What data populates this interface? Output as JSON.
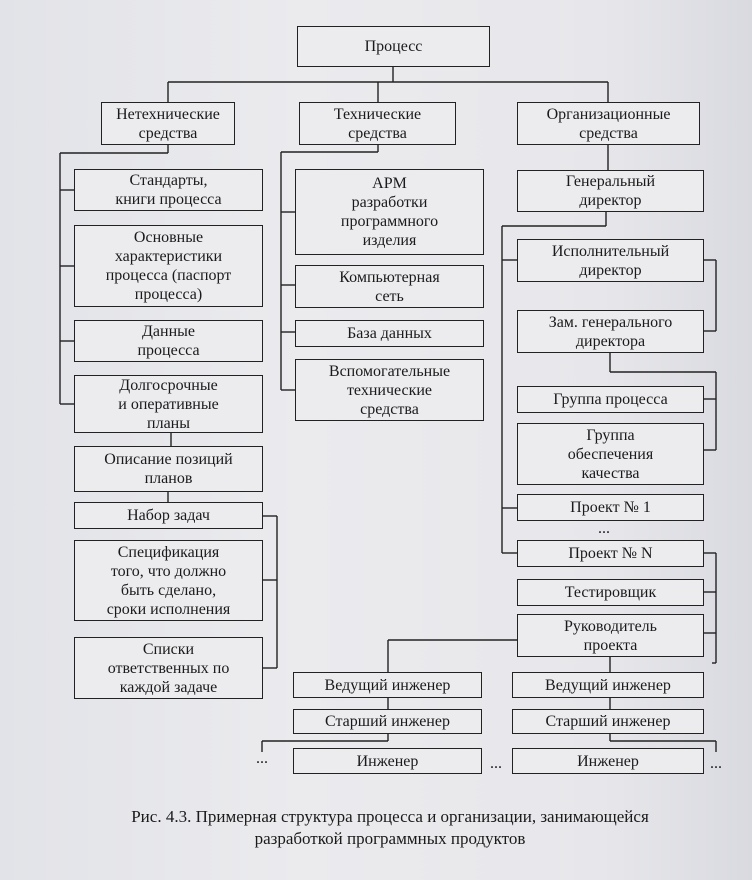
{
  "nodes": {
    "process": "Процесс",
    "nontech": "Нетехнические\nсредства",
    "tech": "Технические\nсредства",
    "org": "Организационные\nсредства",
    "standards": "Стандарты,\nкниги процесса",
    "characteristics": "Основные\nхарактеристики\nпроцесса (паспорт\nпроцесса)",
    "process_data": "Данные\nпроцесса",
    "plans": "Долгосрочные\nи оперативные\nпланы",
    "positions": "Описание позиций\nпланов",
    "tasks": "Набор задач",
    "spec": "Спецификация\nтого, что должно\nбыть сделано,\nсроки исполнения",
    "responsible": "Списки\nответственных по\nкаждой задаче",
    "arm": "АРМ\nразработки\nпрограммного\nизделия",
    "network": "Компьютерная\nсеть",
    "database": "База данных",
    "aux_tech": "Вспомогательные\nтехнические\nсредства",
    "gen_dir": "Генеральный\nдиректор",
    "exec_dir": "Исполнительный\nдиректор",
    "deputy": "Зам. генерального\nдиректора",
    "proc_group": "Группа процесса",
    "qa_group": "Группа\nобеспечения\nкачества",
    "project1": "Проект № 1",
    "projectN": "Проект № N",
    "tester": "Тестировщик",
    "pm": "Руководитель\nпроекта",
    "lead_left": "Ведущий инженер",
    "senior_left": "Старший инженер",
    "eng_left": "Инженер",
    "lead_right": "Ведущий инженер",
    "senior_right": "Старший инженер",
    "eng_right": "Инженер"
  },
  "ellipsis": "...",
  "caption": "Рис. 4.3. Примерная структура процесса и организации, занимающейся\nразработкой программных продуктов"
}
